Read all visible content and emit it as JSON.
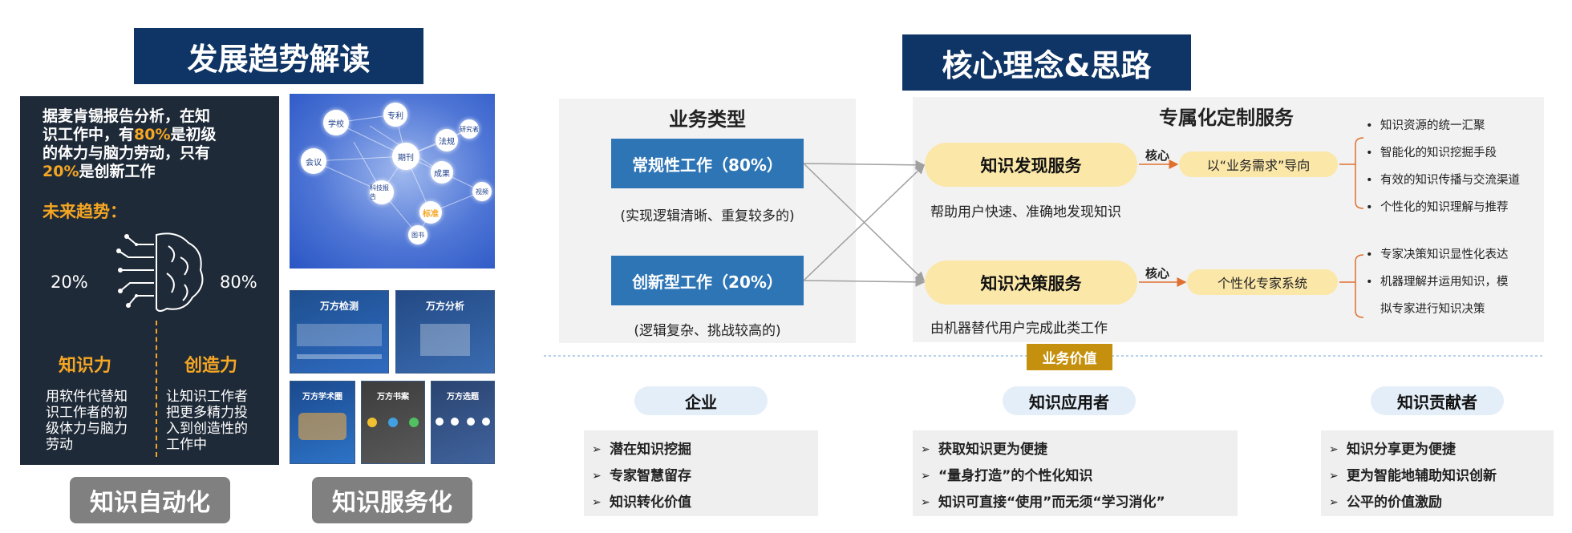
{
  "left": {
    "banner": "发展趋势解读",
    "report": [
      "据麦肯锡报告分析，在知",
      "识工作中，有",
      "80%",
      "是初级",
      "的体力与脑力劳动，只有",
      "20%",
      "是创新工作"
    ],
    "future_label": "未来趋势：",
    "pct_left": "20%",
    "pct_right": "80%",
    "knowledge_power": "知识力",
    "creativity": "创造力",
    "desc_left": [
      "用软件代替知",
      "识工作者的初",
      "级体力与脑力",
      "劳动"
    ],
    "desc_right": [
      "让知识工作者",
      "把更多精力投",
      "入到创造性的",
      "工作中"
    ],
    "btn_automation": "知识自动化",
    "btn_service": "知识服务化",
    "network_nodes": [
      "学校",
      "专利",
      "研究者",
      "会议",
      "期刊",
      "法规",
      "成果",
      "科技报告",
      "标准",
      "视频",
      "图书"
    ],
    "thumbs": [
      "万方检测",
      "万方分析",
      "万方学术圈",
      "万方书案",
      "万方选题"
    ]
  },
  "right": {
    "banner": "核心理念&思路",
    "biz_type_title": "业务类型",
    "routine_work": "常规性工作（80%）",
    "routine_desc": "(实现逻辑清晰、重复较多的)",
    "innovative_work": "创新型工作（20%）",
    "innovative_desc": "(逻辑复杂、挑战较高的)",
    "custom_title": "专属化定制服务",
    "discovery_service": "知识发现服务",
    "discovery_desc": "帮助用户快速、准确地发现知识",
    "decision_service": "知识决策服务",
    "decision_desc": "由机器替代用户完成此类工作",
    "core_label": "核心",
    "demand_oriented": "以“业务需求”导向",
    "expert_system": "个性化专家系统",
    "discovery_bullets": [
      "知识资源的统一汇聚",
      "智能化的知识挖掘手段",
      "有效的知识传播与交流渠道",
      "个性化的知识理解与推荐"
    ],
    "decision_bullets": [
      "专家决策知识显性化表达",
      "机器理解并运用知识，模",
      "拟专家进行知识决策"
    ],
    "value_label": "业务价值",
    "stakeholders": [
      {
        "name": "企业",
        "items": [
          "潜在知识挖掘",
          "专家智慧留存",
          "知识转化价值"
        ]
      },
      {
        "name": "知识应用者",
        "items": [
          "获取知识更为便捷",
          "“量身打造”的个性化知识",
          "知识可直接“使用”而无须“学习消化”"
        ]
      },
      {
        "name": "知识贡献者",
        "items": [
          "知识分享更为便捷",
          "更为智能地辅助知识创新",
          "公平的价值激励"
        ]
      }
    ]
  },
  "colors": {
    "navy": "#0f3566",
    "orange": "#f5a623",
    "blue": "#2e75b6",
    "yellow": "#fbe7a8",
    "gold": "#c5900d"
  }
}
